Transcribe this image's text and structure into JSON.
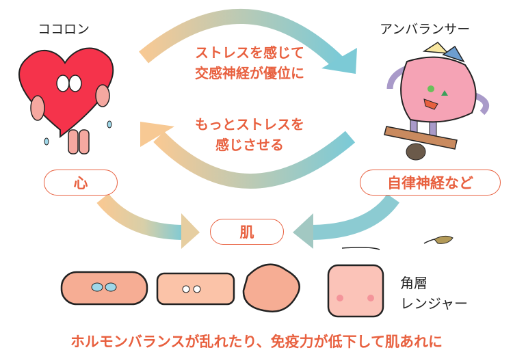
{
  "characters": {
    "heart_name": "ココロン",
    "imbalancer_name": "アンバランサー",
    "skin_name_line1": "角層",
    "skin_name_line2": "レンジャー"
  },
  "cycle": {
    "top_line1": "ストレスを感じて",
    "top_line2": "交感神経が優位に",
    "bottom_line1": "もっとストレスを",
    "bottom_line2": "感じさせる"
  },
  "nodes": {
    "mind": "心",
    "autonomic": "自律神経など",
    "skin": "肌"
  },
  "caption": "ホルモンバランスが乱れたり、免疫力が低下して肌あれに",
  "colors": {
    "accent": "#e8603f",
    "arrow_start": "#f7c994",
    "arrow_end": "#7ccad6"
  }
}
